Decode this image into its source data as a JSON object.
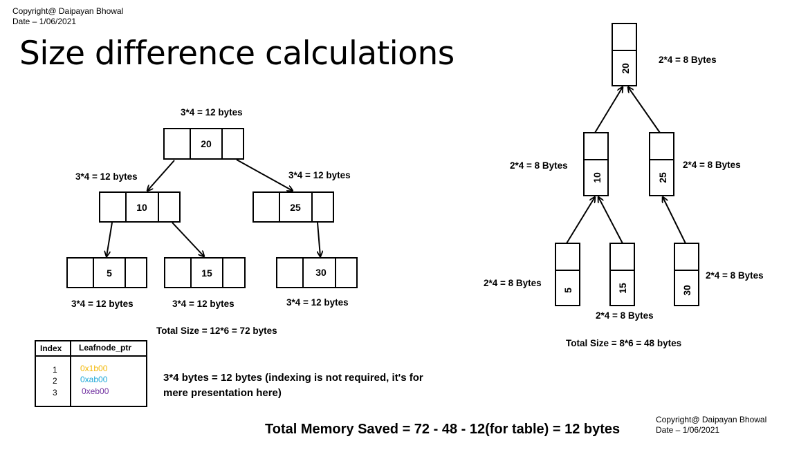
{
  "header": {
    "copyright": "Copyright@ Daipayan Bhowal",
    "date": "Date – 1/06/2021",
    "title": "Size difference calculations"
  },
  "left_tree": {
    "nodes": [
      "20",
      "10",
      "25",
      "5",
      "15",
      "30"
    ],
    "labels": {
      "root": "3*4 = 12 bytes",
      "n10": "3*4 = 12 bytes",
      "n25": "3*4 = 12 bytes",
      "n5": "3*4 = 12 bytes",
      "n15": "3*4 = 12 bytes",
      "n30": "3*4 = 12 bytes"
    },
    "total": "Total Size = 12*6 = 72 bytes"
  },
  "right_tree": {
    "nodes": [
      "20",
      "10",
      "25",
      "5",
      "15",
      "30"
    ],
    "labels": {
      "root": "2*4 = 8 Bytes",
      "n10": "2*4 = 8 Bytes",
      "n25": "2*4 = 8 Bytes",
      "n5": "2*4 = 8 Bytes",
      "n15": "2*4 = 8 Bytes",
      "n30": "2*4 = 8 Bytes"
    },
    "total": "Total Size = 8*6 = 48 bytes"
  },
  "table": {
    "headers": [
      "Index",
      "Leafnode_ptr"
    ],
    "rows": [
      {
        "index": "1",
        "ptr": "0x1b00",
        "color": "#f2b705"
      },
      {
        "index": "2",
        "ptr": "0xab00",
        "color": "#1aa6d6"
      },
      {
        "index": "3",
        "ptr": "0xeb00",
        "color": "#7030a0"
      }
    ],
    "note": "3*4 bytes = 12 bytes (indexing is not required, it's for mere presentation here)"
  },
  "summary": "Total Memory Saved = 72 - 48 - 12(for table) = 12 bytes",
  "footer": {
    "copyright": "Copyright@ Daipayan Bhowal",
    "date": "Date – 1/06/2021"
  }
}
